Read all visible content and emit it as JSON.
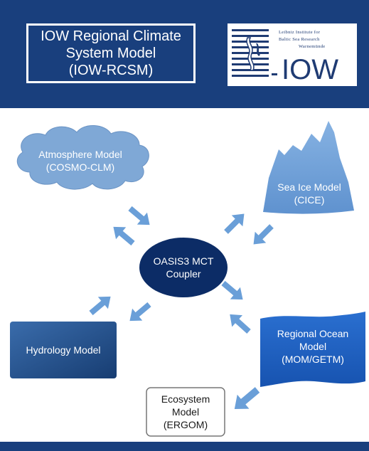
{
  "header": {
    "title_lines": [
      "IOW Regional Climate",
      "System Model",
      "(IOW-RCSM)"
    ],
    "logo": {
      "institute_lines": [
        "Leibniz Institute for",
        "Baltic Sea Research",
        "Warnemünde"
      ],
      "wordmark": "IOW"
    }
  },
  "nodes": {
    "atmosphere": [
      "Atmosphere Model",
      "(COSMO-CLM)"
    ],
    "sea_ice": [
      "Sea Ice Model",
      "(CICE)"
    ],
    "coupler": [
      "OASIS3 MCT",
      "Coupler"
    ],
    "hydrology": [
      "Hydrology Model"
    ],
    "ocean": [
      "Regional Ocean",
      "Model",
      "(MOM/GETM)"
    ],
    "ecosystem": [
      "Ecosystem",
      "Model",
      "(ERGOM)"
    ]
  },
  "colors": {
    "header_bg": "#193f7d",
    "cloud": "#7fa8d6",
    "ice": "#6e9fd6",
    "coupler": "#0c2c66",
    "hydrology": "#25548e",
    "ocean": "#1d5fc4",
    "arrow": "#6a9fd8"
  }
}
